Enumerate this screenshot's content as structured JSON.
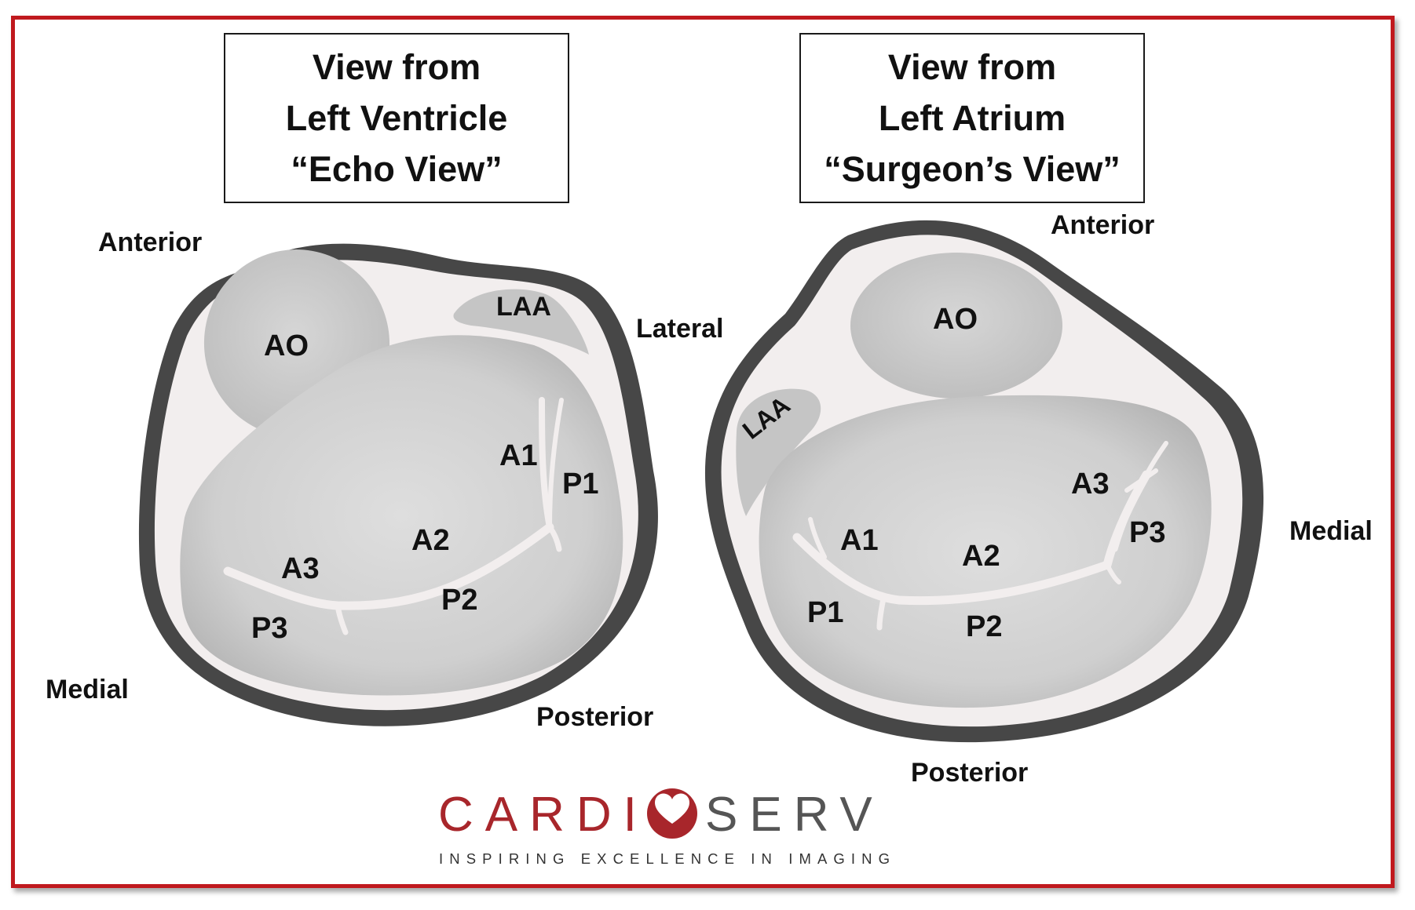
{
  "left_view": {
    "title": [
      "View from",
      "Left Ventricle",
      "“Echo View”"
    ],
    "directions": {
      "anterior": "Anterior",
      "lateral": "Lateral",
      "medial": "Medial",
      "posterior": "Posterior"
    },
    "structures": {
      "ao": "AO",
      "laa": "LAA"
    },
    "segments": {
      "a1": "A1",
      "a2": "A2",
      "a3": "A3",
      "p1": "P1",
      "p2": "P2",
      "p3": "P3"
    }
  },
  "right_view": {
    "title": [
      "View from",
      "Left Atrium",
      "“Surgeon’s View”"
    ],
    "directions": {
      "anterior": "Anterior",
      "medial": "Medial",
      "posterior": "Posterior"
    },
    "structures": {
      "ao": "AO",
      "laa": "LAA"
    },
    "segments": {
      "a1": "A1",
      "a2": "A2",
      "a3": "A3",
      "p1": "P1",
      "p2": "P2",
      "p3": "P3"
    }
  },
  "logo": {
    "part1": "CARDI",
    "part2": "SERV",
    "tagline": "INSPIRING EXCELLENCE IN IMAGING"
  },
  "colors": {
    "frame": "#c0191e",
    "wall": "#4a4a4a",
    "tissue": "#f0ecec",
    "valve": "#c8c8c8",
    "logo_red": "#a8262b",
    "logo_gray": "#555555"
  }
}
